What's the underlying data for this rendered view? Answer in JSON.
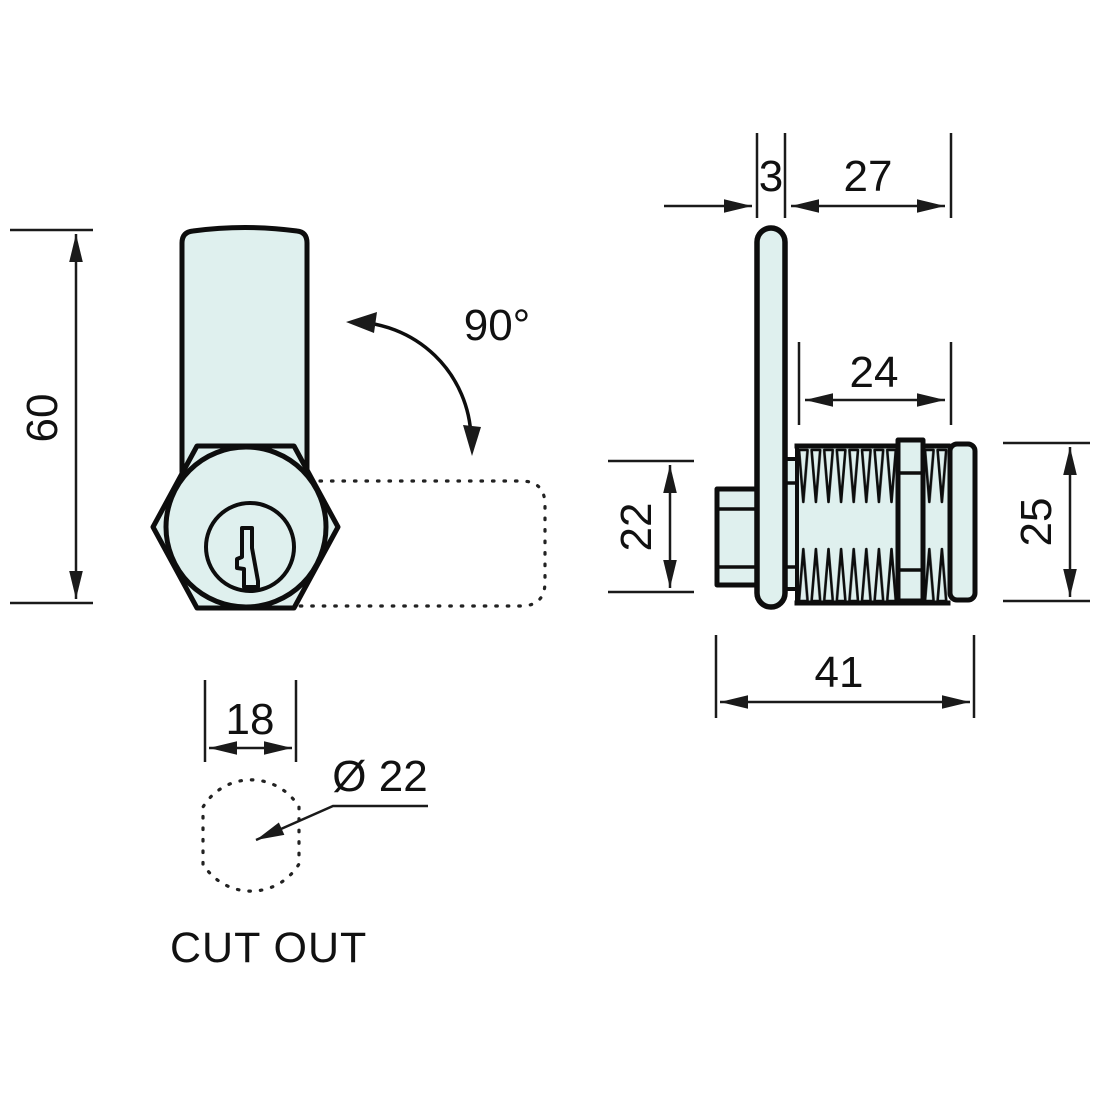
{
  "colors": {
    "part_fill": "#dff0ee",
    "outline": "#0d0d0d",
    "dimension_line": "#1a1a1a",
    "background": "#ffffff"
  },
  "front_view": {
    "height": "60",
    "rotation": "90°"
  },
  "side_view": {
    "cam_thickness": "3",
    "max_grip": "27",
    "thread_length": "24",
    "body_height": "22",
    "cylinder_diameter": "25",
    "overall_length": "41"
  },
  "cutout": {
    "flat_width": "18",
    "diameter": "Ø 22",
    "caption": "CUT OUT"
  }
}
